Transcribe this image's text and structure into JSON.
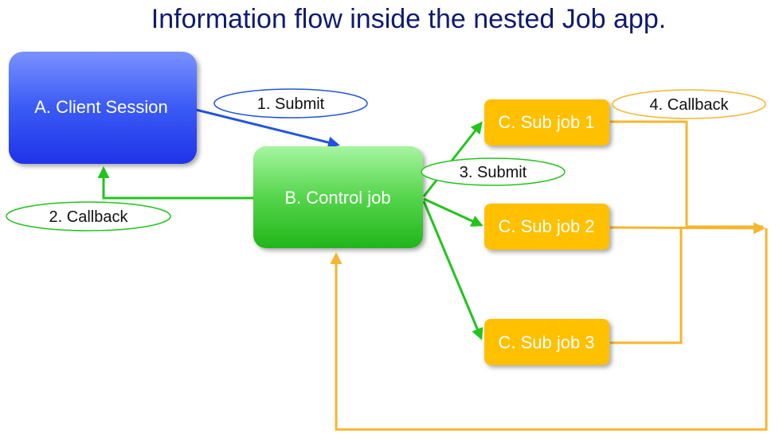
{
  "title": "Information flow inside the nested Job app.",
  "nodes": {
    "client_session": "A. Client Session",
    "control_job": "B. Control job",
    "sub_job_1": "C. Sub job 1",
    "sub_job_2": "C. Sub job 2",
    "sub_job_3": "C. Sub job 3"
  },
  "labels": {
    "submit_1": "1. Submit",
    "callback_2": "2. Callback",
    "submit_3": "3. Submit",
    "callback_4": "4. Callback"
  },
  "colors": {
    "title": "#101a6e",
    "client_session": "#2f52f5",
    "control_job": "#3cc53c",
    "sub_job": "#ffc000",
    "submit_arrow": "#2255dd",
    "green_arrow": "#22c41c",
    "callback_arrow": "#f7b52e"
  }
}
